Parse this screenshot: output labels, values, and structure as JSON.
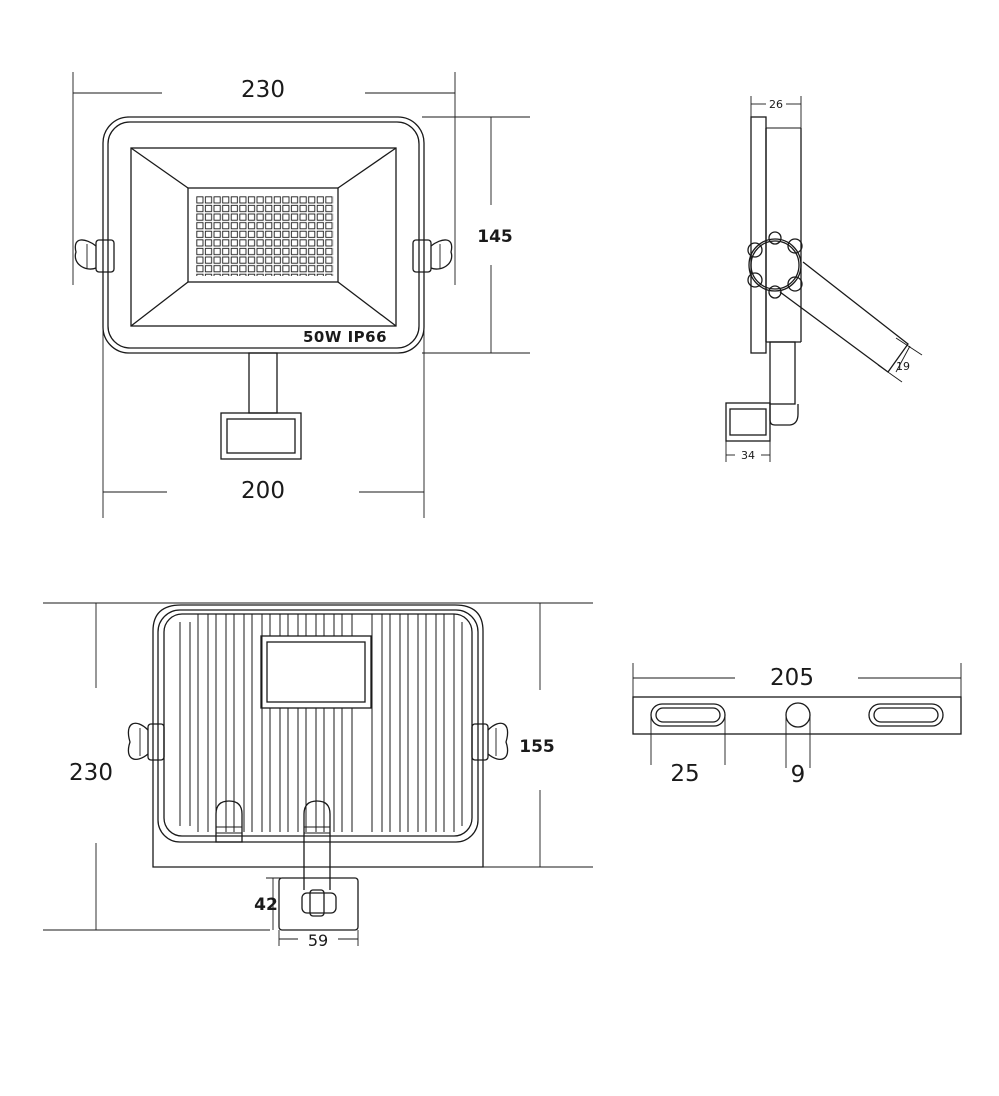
{
  "front_view": {
    "width_label": "230",
    "height_label": "145",
    "lower_width_label": "200",
    "rating_label": "50W  IP66"
  },
  "side_view": {
    "depth_label": "26",
    "arm_label": "19",
    "sensor_label": "34"
  },
  "back_view": {
    "height_label": "230",
    "inner_height_label": "155",
    "sensor_height_label": "42",
    "sensor_width_label": "59"
  },
  "bracket": {
    "length_label": "205",
    "slot_label": "25",
    "hole_label": "9"
  }
}
